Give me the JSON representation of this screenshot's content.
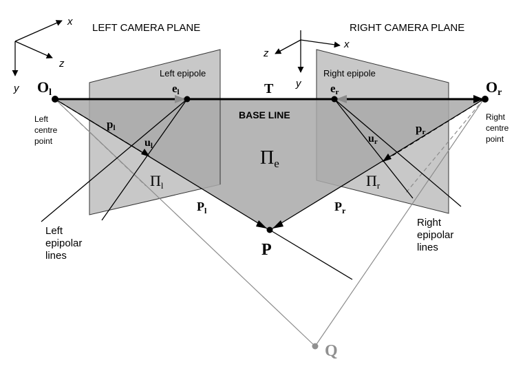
{
  "titles": {
    "left_plane": "LEFT CAMERA PLANE",
    "right_plane": "RIGHT CAMERA PLANE",
    "baseline": "BASE LINE"
  },
  "axes": {
    "x": "x",
    "y": "y",
    "z": "z"
  },
  "labels": {
    "O_main": "O",
    "sub_l": "l",
    "sub_r": "r",
    "sub_e": "e",
    "e_main": "e",
    "p_main": "p",
    "u_main": "u",
    "P_main": "P",
    "Pi_main": "Π",
    "T": "T",
    "P": "P",
    "Q": "Q",
    "left_epipole": "Left epipole",
    "right_epipole": "Right epipole",
    "left_centre_1": "Left",
    "left_centre_2": "centre",
    "left_centre_3": "point",
    "right_centre_1": "Right",
    "right_centre_2": "centre",
    "right_centre_3": "point",
    "left_lines_1": "Left",
    "left_lines_2": "epipolar",
    "left_lines_3": "lines",
    "right_lines_1": "Right",
    "right_lines_2": "epipolar",
    "right_lines_3": "lines"
  },
  "colors": {
    "plane_fill": "#c8c8c8",
    "epipolar_plane_fill": "#a9a9a9",
    "line": "#000000",
    "gray_line": "#8c8c8c",
    "q_color": "#909090"
  }
}
